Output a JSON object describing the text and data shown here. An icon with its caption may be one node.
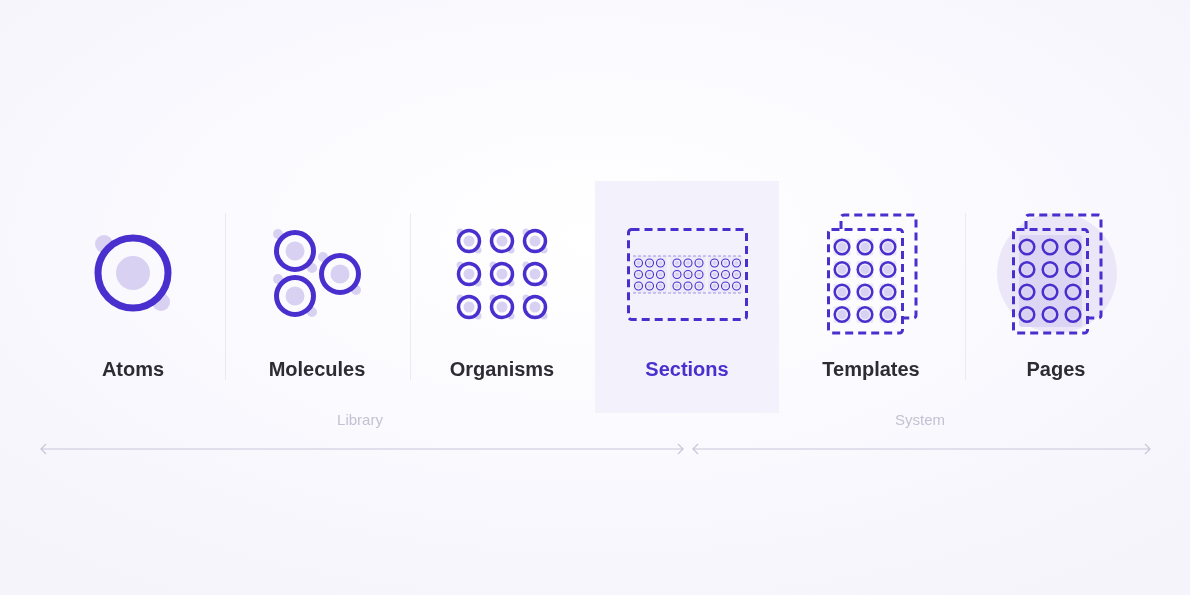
{
  "diagram": {
    "nodes": [
      {
        "text": [
          "Atoms"
        ]
      },
      {
        "text": [
          "Molecules"
        ]
      },
      {
        "text": [
          "Organisms"
        ]
      },
      {
        "text": [
          "Sections"
        ]
      },
      {
        "text": [
          "Templates"
        ]
      },
      {
        "text": [
          "Pages"
        ]
      }
    ],
    "labels": [
      "Library",
      "System"
    ]
  }
}
